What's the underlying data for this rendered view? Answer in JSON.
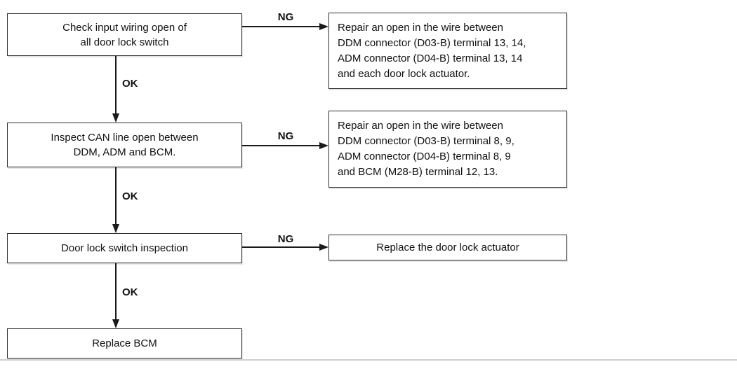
{
  "labels": {
    "ok": "OK",
    "ng": "NG"
  },
  "steps": [
    {
      "id": "check-input-wiring",
      "lines": [
        "Check input wiring open of",
        "all door lock switch"
      ]
    },
    {
      "id": "inspect-can-line",
      "lines": [
        "Inspect CAN line open between",
        "DDM, ADM and BCM."
      ]
    },
    {
      "id": "door-lock-switch-inspection",
      "lines": [
        "Door lock switch inspection"
      ]
    },
    {
      "id": "replace-bcm",
      "lines": [
        "Replace BCM"
      ]
    }
  ],
  "actions": [
    {
      "id": "repair-input-wiring",
      "lines": [
        "Repair an open in the wire between",
        "DDM connector (D03-B) terminal 13, 14,",
        "ADM connector (D04-B) terminal 13, 14",
        "and each door lock actuator."
      ]
    },
    {
      "id": "repair-can-line",
      "lines": [
        "Repair an open in the wire between",
        "DDM connector (D03-B) terminal 8, 9,",
        "ADM connector (D04-B) terminal 8, 9",
        "and BCM (M28-B) terminal 12, 13."
      ]
    },
    {
      "id": "replace-door-lock-actuator",
      "lines": [
        "Replace the door lock actuator"
      ]
    }
  ],
  "colors": {
    "line": "#1a1a1a",
    "border": "#2d2d2d",
    "text": "#111111",
    "background": "#ffffff",
    "divider": "#cfcfcf"
  }
}
